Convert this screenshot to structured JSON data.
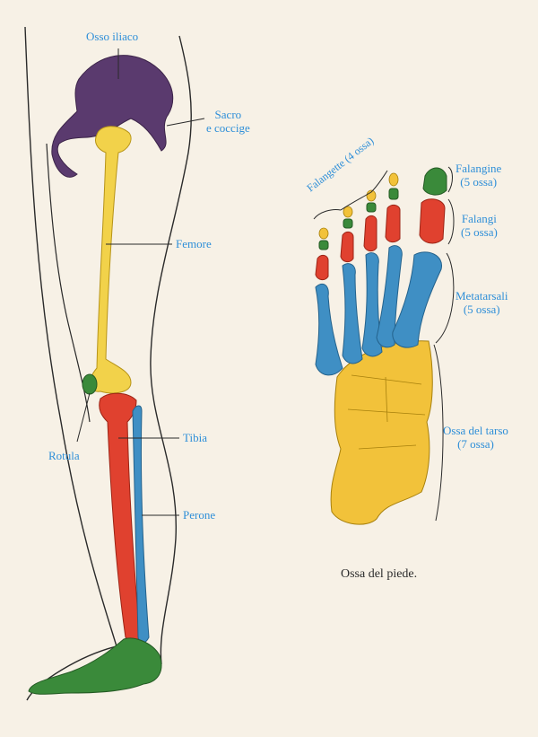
{
  "labels": {
    "osso_iliaco": "Osso iliaco",
    "sacro_line1": "Sacro",
    "sacro_line2": "e coccige",
    "femore": "Femore",
    "rotula": "Rotula",
    "tibia": "Tibia",
    "perone": "Perone",
    "falangette_line1": "Falangette",
    "falangette_line2": "(4 ossa)",
    "falangine_line1": "Falangine",
    "falangine_line2": "(5 ossa)",
    "falangi_line1": "Falangi",
    "falangi_line2": "(5 ossa)",
    "metatarsali_line1": "Metatarsali",
    "metatarsali_line2": "(5 ossa)",
    "tarso_line1": "Ossa del tarso",
    "tarso_line2": "(7 ossa)"
  },
  "caption": "Ossa del piede.",
  "colors": {
    "background": "#f7f1e6",
    "label": "#2f8fd8",
    "pelvis": "#5a3a6e",
    "femur": "#f2d24a",
    "tibia": "#e0412f",
    "fibula": "#3f8fc4",
    "metatarsal": "#3f8fc4",
    "tarsal": "#f2c23a",
    "phalanx_distal": "#3a8a3a",
    "patella": "#3a8a3a",
    "foot_bones": "#3a8a3a"
  }
}
